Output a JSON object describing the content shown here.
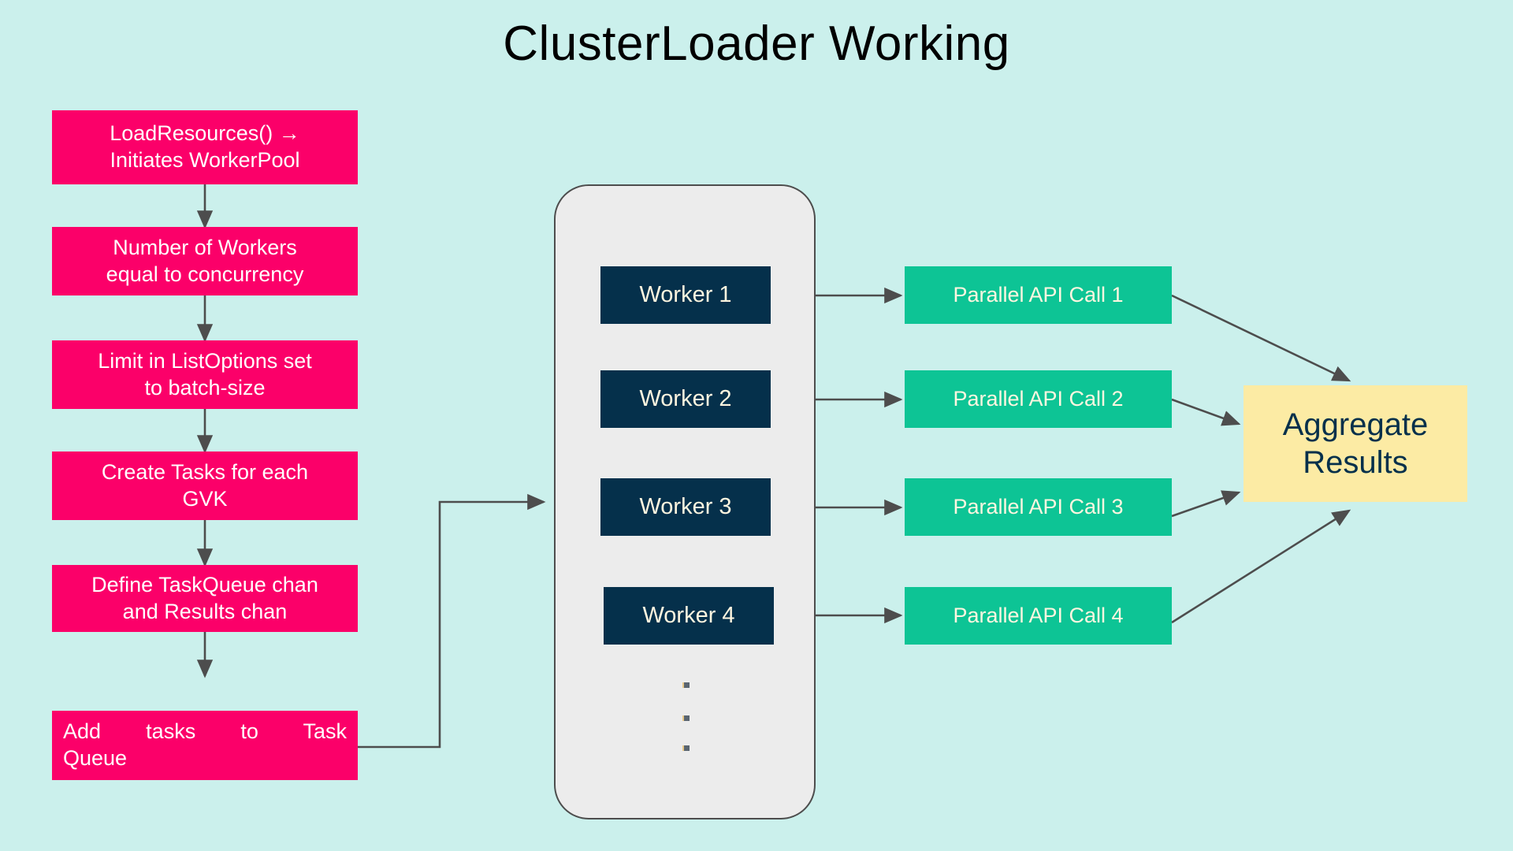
{
  "page": {
    "title": "ClusterLoader Working",
    "background_color": "#CBF0EC"
  },
  "colors": {
    "background": "#CBF0EC",
    "step_box": "#FB0069",
    "step_text": "#FFFFFF",
    "pool_fill": "#ECECEC",
    "pool_border": "#4D4D4D",
    "worker_box": "#05304B",
    "worker_text": "#FFF6E0",
    "api_box": "#0DC495",
    "api_text": "#FFF6E0",
    "aggregate_box": "#FCEBA4",
    "aggregate_text": "#05304B",
    "arrow": "#4D4D4D",
    "title_text": "#000000"
  },
  "flow_steps": [
    {
      "id": "step-load-resources",
      "line1": "LoadResources() →",
      "line2": "Initiates WorkerPool"
    },
    {
      "id": "step-number-of-workers",
      "line1": "Number of Workers",
      "line2": "equal to concurrency"
    },
    {
      "id": "step-limit-listoptions",
      "line1": "Limit in ListOptions set",
      "line2": "to batch-size"
    },
    {
      "id": "step-create-tasks",
      "line1": "Create Tasks for each",
      "line2": "GVK"
    },
    {
      "id": "step-define-channels",
      "line1": "Define TaskQueue chan",
      "line2": "and Results chan"
    },
    {
      "id": "step-add-tasks",
      "line1": "Add tasks to Task",
      "line2": "Queue"
    }
  ],
  "worker_pool": {
    "label": "worker-pool-container",
    "workers": [
      {
        "id": "worker-1",
        "label": "Worker 1"
      },
      {
        "id": "worker-2",
        "label": "Worker 2"
      },
      {
        "id": "worker-3",
        "label": "Worker 3"
      },
      {
        "id": "worker-4",
        "label": "Worker 4"
      }
    ],
    "ellipsis": "···"
  },
  "api_calls": [
    {
      "id": "api-call-1",
      "label": "Parallel API Call 1"
    },
    {
      "id": "api-call-2",
      "label": "Parallel API Call 2"
    },
    {
      "id": "api-call-3",
      "label": "Parallel API Call 3"
    },
    {
      "id": "api-call-4",
      "label": "Parallel API Call 4"
    }
  ],
  "aggregate": {
    "id": "aggregate-results",
    "line1": "Aggregate",
    "line2": "Results"
  }
}
